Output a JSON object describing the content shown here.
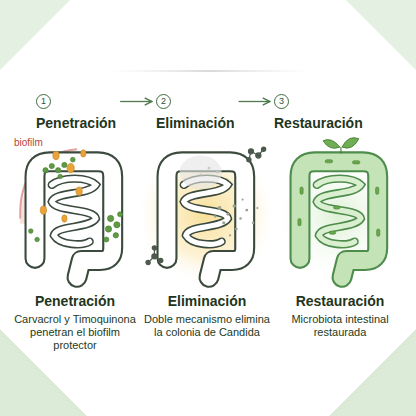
{
  "diagram": {
    "nodes": [
      {
        "text": [
          "1",
          "Penetración"
        ]
      },
      {
        "text": [
          "2",
          "Eliminación"
        ]
      },
      {
        "text": [
          "3",
          "Restauración"
        ]
      }
    ],
    "edges": [
      {
        "from": 0,
        "to": 1,
        "arrow": "to"
      },
      {
        "from": 1,
        "to": 2,
        "arrow": "to"
      }
    ],
    "labels": [
      "biofilm",
      "Penetración",
      "Carvacrol y Timoquinona penetran el biofilm protector",
      "Eliminación",
      "Doble mecanismo elimina la colonia de Candida",
      "Restauración",
      "Microbiota intestinal restaurada"
    ]
  }
}
